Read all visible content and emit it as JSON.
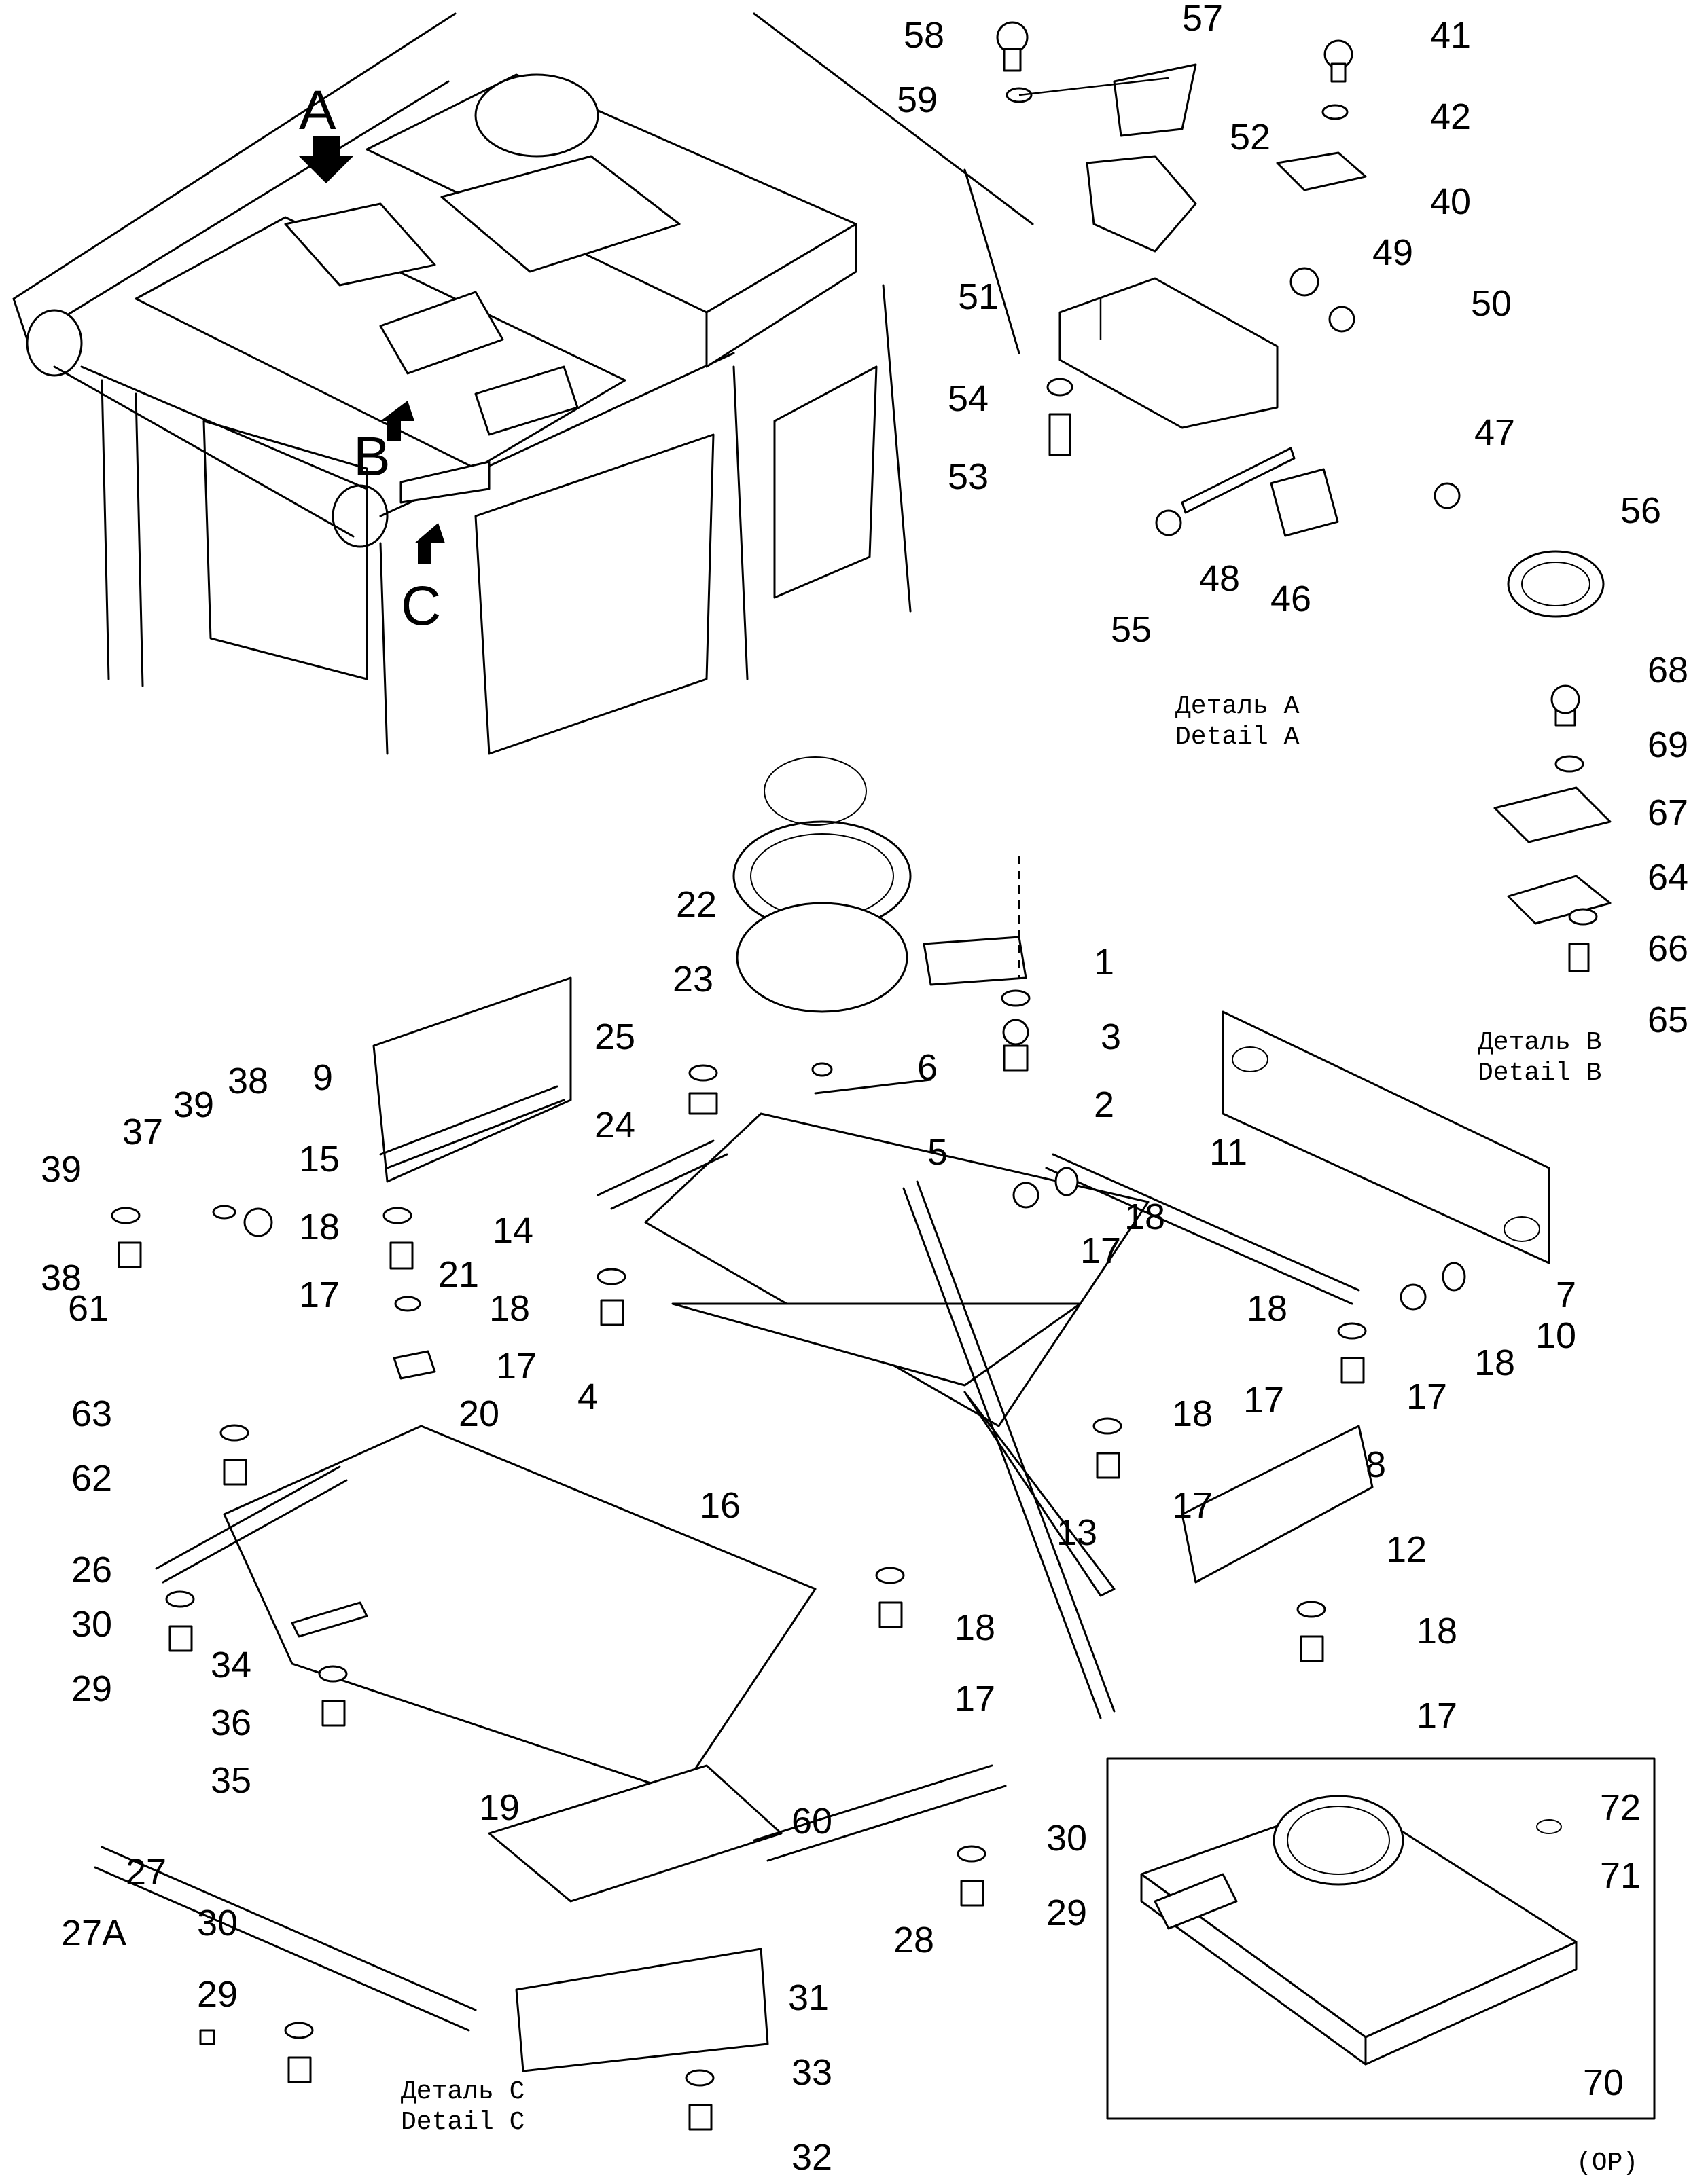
{
  "labels": {
    "view_a": "A",
    "view_b": "B",
    "view_c": "C",
    "p1": "1",
    "p2": "2",
    "p3": "3",
    "p4": "4",
    "p5": "5",
    "p6": "6",
    "p7": "7",
    "p8": "8",
    "p9": "9",
    "p10": "10",
    "p11": "11",
    "p12": "12",
    "p13": "13",
    "p14": "14",
    "p15": "15",
    "p16": "16",
    "p17": "17",
    "p18": "18",
    "p19": "19",
    "p20": "20",
    "p21": "21",
    "p22": "22",
    "p23": "23",
    "p24": "24",
    "p25": "25",
    "p26": "26",
    "p27": "27",
    "p27a": "27A",
    "p28": "28",
    "p29": "29",
    "p30": "30",
    "p31": "31",
    "p32": "32",
    "p33": "33",
    "p34": "34",
    "p35": "35",
    "p36": "36",
    "p37": "37",
    "p38": "38",
    "p39": "39",
    "p40": "40",
    "p41": "41",
    "p42": "42",
    "p46": "46",
    "p47": "47",
    "p48": "48",
    "p49": "49",
    "p50": "50",
    "p51": "51",
    "p52": "52",
    "p53": "53",
    "p54": "54",
    "p55": "55",
    "p56": "56",
    "p57": "57",
    "p58": "58",
    "p59": "59",
    "p60": "60",
    "p61": "61",
    "p62": "62",
    "p63": "63",
    "p64": "64",
    "p65": "65",
    "p66": "66",
    "p67": "67",
    "p68": "68",
    "p69": "69",
    "p70": "70",
    "p71": "71",
    "p72": "72"
  },
  "captions": {
    "detail_a_ru": "Деталь A",
    "detail_a_en": "Detail A",
    "detail_b_ru": "Деталь B",
    "detail_b_en": "Detail B",
    "detail_c_ru": "Деталь C",
    "detail_c_en": "Detail C",
    "option": "(OP)"
  }
}
